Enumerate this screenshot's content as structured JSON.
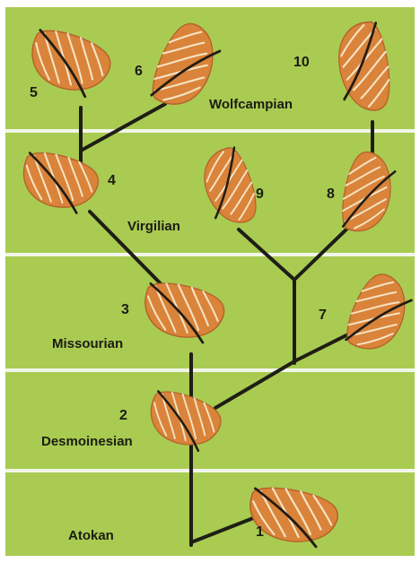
{
  "diagram": {
    "stages": [
      "Wolfcampian",
      "Virgilian",
      "Missourian",
      "Desmoinesian",
      "Atokan"
    ],
    "specimens": [
      "1",
      "2",
      "3",
      "4",
      "5",
      "6",
      "7",
      "8",
      "9",
      "10"
    ],
    "colors": {
      "band": "#a9cb52",
      "divider": "#f2f6e8",
      "fossil": "#d9843a",
      "fossil_dark": "#b4622a",
      "stripe": "#f6e3c4",
      "axis_line": "#231c12",
      "line": "#1e1e16"
    }
  }
}
